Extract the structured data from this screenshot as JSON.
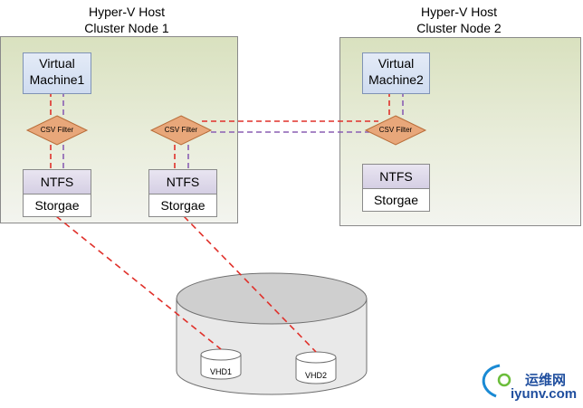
{
  "node1": {
    "title_line1": "Hyper-V Host",
    "title_line2": "Cluster Node 1"
  },
  "node2": {
    "title_line1": "Hyper-V Host",
    "title_line2": "Cluster Node 2"
  },
  "vm1": {
    "line1": "Virtual",
    "line2": "Machine1"
  },
  "vm2": {
    "line1": "Virtual",
    "line2": "Machine2"
  },
  "csv_filter_label": "CSV Filter",
  "ntfs_label": "NTFS",
  "storage_label": "Storgae",
  "vhd1_label": "VHD1",
  "vhd2_label": "VHD2",
  "watermark": {
    "chinese": "运维网",
    "url": "iyunv.com"
  },
  "colors": {
    "red_path": "#e0302a",
    "purple_path": "#8a5fb4",
    "filter_fill": "#e8a77a",
    "node_bg": "#dfe6c8"
  }
}
